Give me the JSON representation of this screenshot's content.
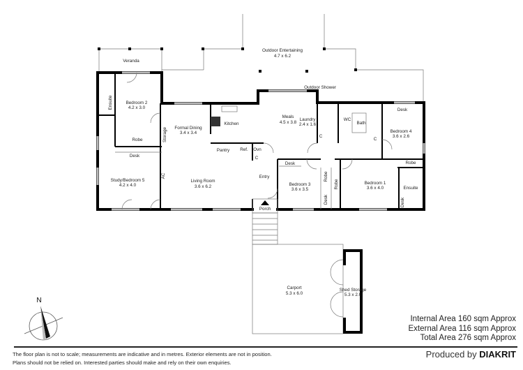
{
  "rooms": {
    "veranda": "Veranda",
    "outdoor_entertaining": {
      "name": "Outdoor Entertaining",
      "size": "4.7 x 6.2"
    },
    "bedroom2": {
      "name": "Bedroom 2",
      "size": "4.2 x 3.0"
    },
    "ensuite_left": "Ensuite",
    "formal_dining": {
      "name": "Formal Dining",
      "size": "3.4 x 3.4"
    },
    "kitchen": "Kitchen",
    "meals": {
      "name": "Meals",
      "size": "4.5 x 3.8"
    },
    "outdoor_shower": "Outdoor Shower",
    "laundry": {
      "name": "Laundry",
      "size": "2.4 x 1.6"
    },
    "wc": "WC",
    "bath": "Bath",
    "bedroom4": {
      "name": "Bedroom 4",
      "size": "3.6 x 2.6"
    },
    "desk_bed4": "Desk",
    "robe_bed2": "Robe",
    "storage": "Storage",
    "desk_study": "Desk",
    "pantry": "Pantry",
    "ref": "Ref.",
    "ovn": "Ovn",
    "cupboard": "C",
    "desk_bed3": "Desk",
    "robe_bed3": "Robe",
    "desk_bed3_side": "Desk",
    "robe_bed1": "Robe",
    "robe_bed4": "Robe",
    "ensuite_right": "Ensuite",
    "desk_ensuite": "Desk",
    "study": {
      "name": "Study/Bedroom 5",
      "size": "4.2 x 4.0"
    },
    "ac": "AC",
    "living": {
      "name": "Living Room",
      "size": "3.6 x 6.2"
    },
    "entry": "Entry",
    "bedroom3": {
      "name": "Bedroom 3",
      "size": "3.6 x 3.5"
    },
    "bedroom1": {
      "name": "Bedroom 1",
      "size": "3.6 x 4.0"
    },
    "porch": "Porch",
    "carport": {
      "name": "Carport",
      "size": "5.3 x 6.0"
    },
    "shed": {
      "name": "Shed Storage",
      "size": "5.3 x 2.0"
    }
  },
  "compass": {
    "label": "N"
  },
  "areas": {
    "internal": "Internal Area 160 sqm Approx",
    "external": "External Area 116 sqm Approx",
    "total": "Total Area 276 sqm Approx"
  },
  "footer": {
    "disclaimer_line1": "The floor plan is not to scale; measurements are indicative and in metres. Exterior elements are not in position.",
    "disclaimer_line2": "Plans should not be relied on. Interested parties should make and rely on their own enquiries.",
    "produced_by": "Produced by",
    "brand": "DIAKRIT"
  }
}
